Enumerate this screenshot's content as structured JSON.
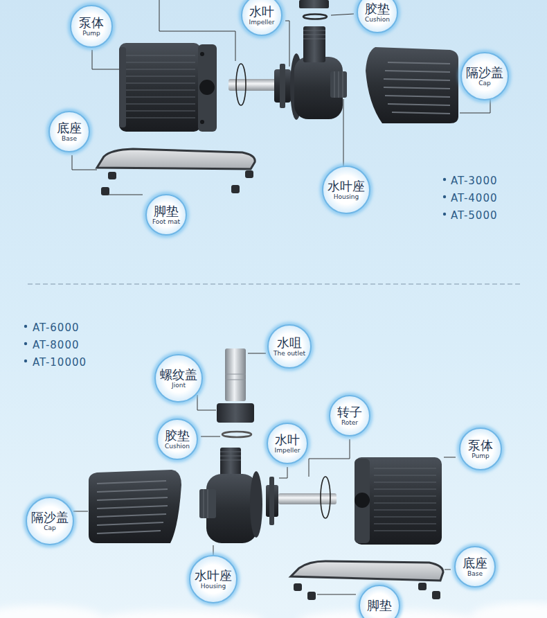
{
  "diagram": {
    "nodes": [
      {
        "text": [
          "胶垫",
          "Cushion"
        ]
      },
      {
        "text": [
          "水叶",
          "Impeller"
        ]
      },
      {
        "text": [
          "泵体",
          "Pump"
        ]
      },
      {
        "text": [
          "隔沙盖",
          "Cap"
        ]
      },
      {
        "text": [
          "底座",
          "Base"
        ]
      },
      {
        "text": [
          "水叶座",
          "Housing"
        ]
      },
      {
        "text": [
          "脚垫",
          "Foot mat"
        ]
      },
      {
        "text": [
          "水咀",
          "The outlet"
        ]
      },
      {
        "text": [
          "螺纹盖",
          "Jiont"
        ]
      },
      {
        "text": [
          "转子",
          "Roter"
        ]
      },
      {
        "text": [
          "胶垫",
          "Cushion"
        ]
      },
      {
        "text": [
          "水叶",
          "Impeller"
        ]
      },
      {
        "text": [
          "泵体",
          "Pump"
        ]
      },
      {
        "text": [
          "隔沙盖",
          "Cap"
        ]
      },
      {
        "text": [
          "底座",
          "Base"
        ]
      },
      {
        "text": [
          "水叶座",
          "Housing"
        ]
      },
      {
        "text": [
          "脚垫"
        ]
      }
    ],
    "labels": [
      "AT-3000",
      "AT-4000",
      "AT-5000",
      "AT-6000",
      "AT-8000",
      "AT-10000"
    ]
  }
}
